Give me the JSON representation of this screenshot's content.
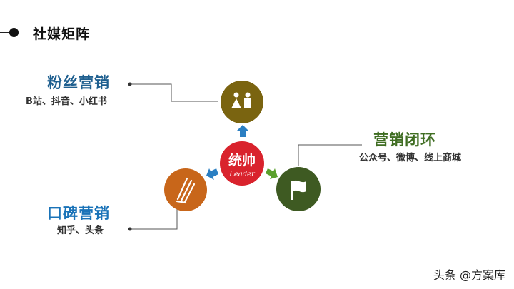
{
  "header": {
    "title": "社媒矩阵"
  },
  "center": {
    "logo_cn": "统帅",
    "logo_en": "Leader"
  },
  "nodes": [
    {
      "id": "fans",
      "title": "粉丝营销",
      "subtitle": "B站、抖音、小红书",
      "color": "#7a6410",
      "title_color": "#1e5f8f"
    },
    {
      "id": "wom",
      "title": "口碑营销",
      "subtitle": "知乎、头条",
      "color": "#c8661a",
      "title_color": "#1a73b8"
    },
    {
      "id": "loop",
      "title": "营销闭环",
      "subtitle": "公众号、微博、线上商城",
      "color": "#3e5a22",
      "title_color": "#3f6d22"
    }
  ],
  "colors": {
    "center": "#d9232d",
    "arrow_up": "#2b7fc2",
    "arrow_left": "#2b7fc2",
    "arrow_right": "#5aa02c"
  },
  "watermark": "头条 @方案库"
}
